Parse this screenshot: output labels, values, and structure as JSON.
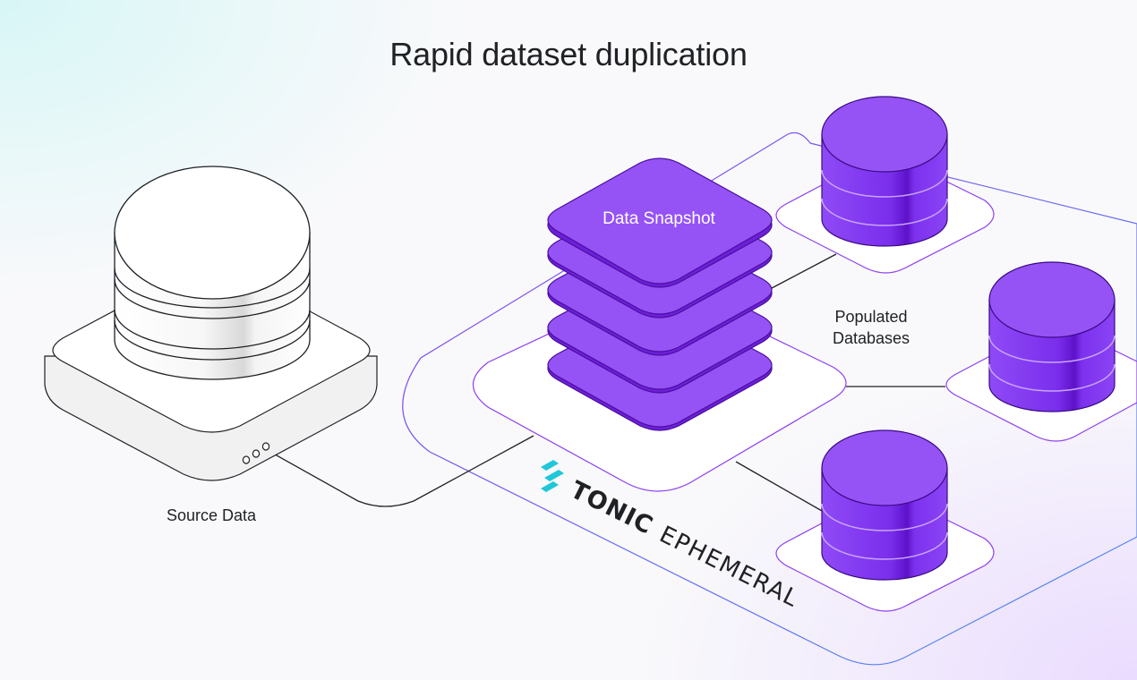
{
  "diagram": {
    "title": "Rapid dataset duplication",
    "source_label": "Source Data",
    "snapshot_label": "Data Snapshot",
    "populated_label_line1": "Populated",
    "populated_label_line2": "Databases",
    "brand_name": "TONIC",
    "brand_product": "EPHEMERAL",
    "brand_logo_icon": "tonic-logo-icon"
  },
  "colors": {
    "purple_fill": "#9553f5",
    "purple_dark": "#6d1fd8",
    "purple_line": "#7b35e6",
    "teal": "#1fc8d9",
    "outline": "#1f2125"
  }
}
